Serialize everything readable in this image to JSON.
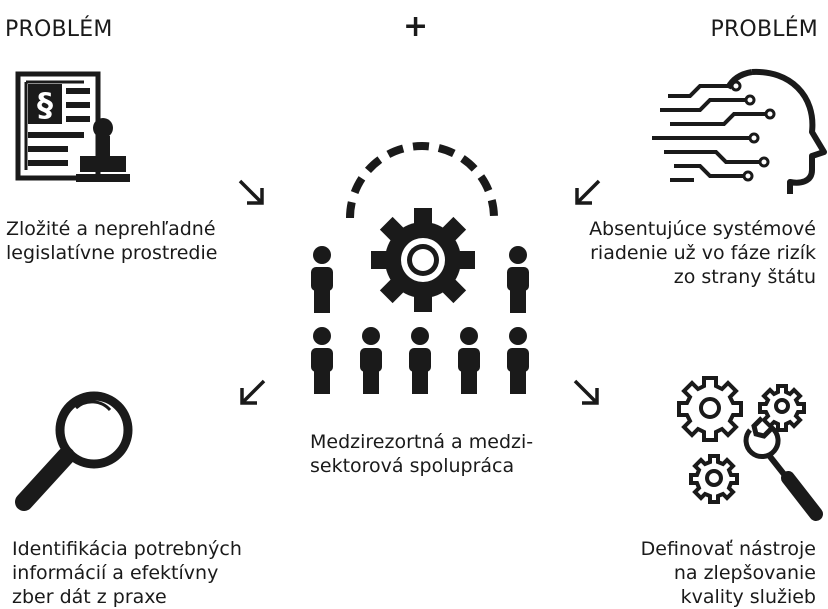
{
  "header": {
    "left_label": "PROBLÉM",
    "plus_sign": "+",
    "right_label": "PROBLÉM"
  },
  "problems": {
    "top_left": "Zložité a neprehľadné\nlegislatívne prostredie",
    "top_right": "Absentujúce systémové\nriadenie už vo fáze rizík\nzo strany štátu"
  },
  "center": {
    "caption": "Medzirezortná a medzi-\nsektorová spolupráca"
  },
  "solutions": {
    "bottom_left": "Identifikácia potrebných\ninformácií a efektívny\nzber dát z praxe",
    "bottom_right": "Definovať nástroje\nna zlepšovanie\nkvality služieb"
  },
  "icons": {
    "top_left": "legislation-stamp-icon",
    "top_right": "circuit-head-icon",
    "center": "gear-team-icon",
    "bottom_left": "magnifier-icon",
    "bottom_right": "gears-wrench-icon"
  },
  "colors": {
    "ink": "#1a1a1a",
    "background": "#ffffff"
  }
}
